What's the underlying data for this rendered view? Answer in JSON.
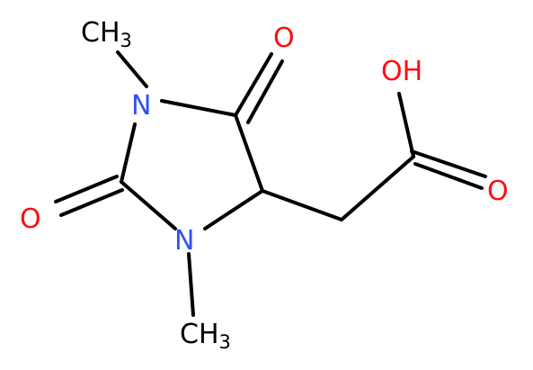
{
  "colors": {
    "bond": "#000000",
    "carbon": "#000000",
    "nitrogen": "#3050f8",
    "oxygen": "#ff0d0d"
  },
  "atoms": {
    "me1": {
      "main": "CH",
      "sub": "3"
    },
    "n1": "N",
    "o_ketone": "O",
    "o_urea": "O",
    "n3": "N",
    "me3": {
      "main": "CH",
      "sub": "3"
    },
    "oh": "OH",
    "o_acid": "O"
  }
}
